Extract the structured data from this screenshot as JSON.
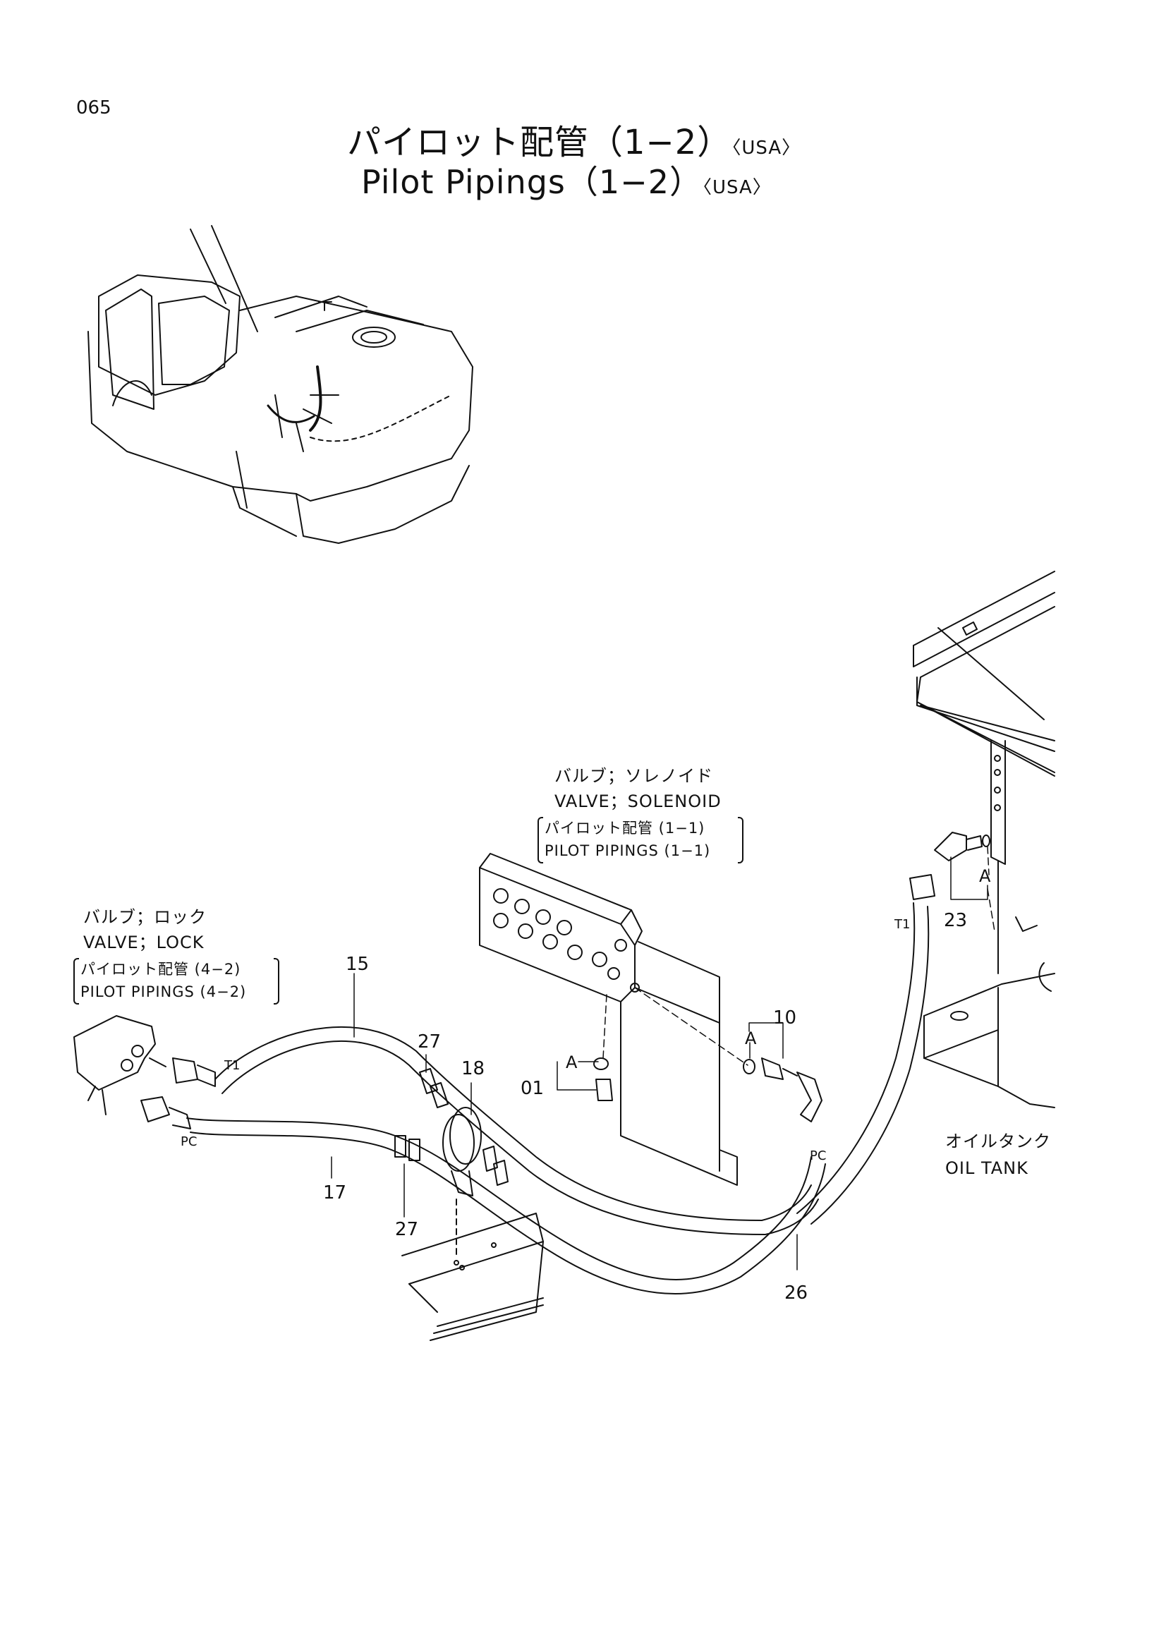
{
  "page_number": "065",
  "title": {
    "ja": "パイロット配管（1−2）",
    "en": "Pilot Pipings（1−2）",
    "region_tag": "〈USA〉"
  },
  "callouts": {
    "solenoid_valve": {
      "ja": "バルブ；ソレノイド",
      "en": "VALVE；SOLENOID",
      "ref_ja": "パイロット配管 (1−1)",
      "ref_en": "PILOT PIPINGS (1−1)"
    },
    "lock_valve": {
      "ja": "バルブ；ロック",
      "en": "VALVE；LOCK",
      "ref_ja": "パイロット配管 (4−2)",
      "ref_en": "PILOT PIPINGS (4−2)"
    },
    "oil_tank": {
      "ja": "オイルタンク",
      "en": "OIL TANK"
    }
  },
  "part_numbers": [
    "01",
    "10",
    "15",
    "17",
    "18",
    "23",
    "26",
    "27",
    "27"
  ],
  "port_labels": [
    "T1",
    "PC",
    "T1",
    "PC",
    "A",
    "A",
    "A"
  ]
}
